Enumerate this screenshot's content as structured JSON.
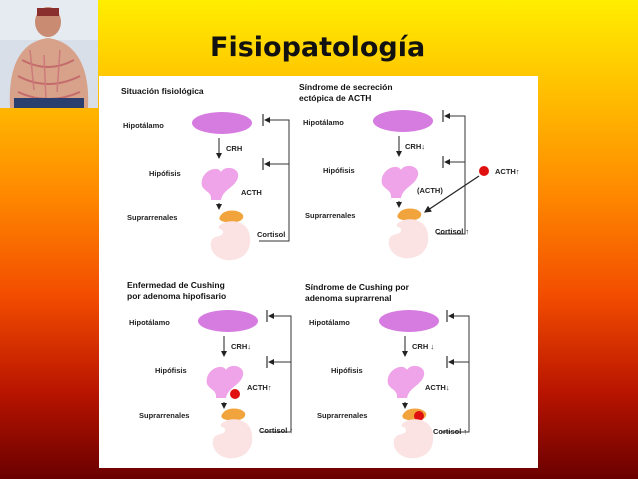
{
  "slide": {
    "title": "Fisiopatología"
  },
  "photo": {
    "kind": "patient-photo"
  },
  "colors": {
    "hypothalamus": "#d67be0",
    "pituitary": "#efa3e8",
    "adrenal": "#f2a43c",
    "kidney": "#fbe3e3",
    "marker": "#e01010"
  },
  "panels": [
    {
      "title_lines": [
        "Situación fisiológica"
      ],
      "labels": {
        "hipotalamo": "Hipotálamo",
        "crh": "CRH",
        "hipofisis": "Hipófisis",
        "acth": "ACTH",
        "suprarrenales": "Suprarrenales",
        "cortisol": "Cortisol"
      }
    },
    {
      "title_lines": [
        "Síndrome de secreción",
        "ectópica de ACTH"
      ],
      "labels": {
        "hipotalamo": "Hipotálamo",
        "crh": "CRH↓",
        "hipofisis": "Hipófisis",
        "acth": "(ACTH)",
        "suprarrenales": "Suprarrenales",
        "cortisol": "Cortisol ↑",
        "ectopic": "ACTH↑"
      }
    },
    {
      "title_lines": [
        "Enfermedad de Cushing",
        "por adenoma hipofisario"
      ],
      "labels": {
        "hipotalamo": "Hipotálamo",
        "crh": "CRH↓",
        "hipofisis": "Hipófisis",
        "acth": "ACTH↑",
        "suprarrenales": "Suprarrenales",
        "cortisol": "Cortisol ↑"
      }
    },
    {
      "title_lines": [
        "Síndrome de Cushing por",
        "adenoma suprarrenal"
      ],
      "labels": {
        "hipotalamo": "Hipotálamo",
        "crh": "CRH ↓",
        "hipofisis": "Hipófisis",
        "acth": "ACTH↓",
        "suprarrenales": "Suprarrenales",
        "cortisol": "Cortisol ↑"
      }
    }
  ]
}
